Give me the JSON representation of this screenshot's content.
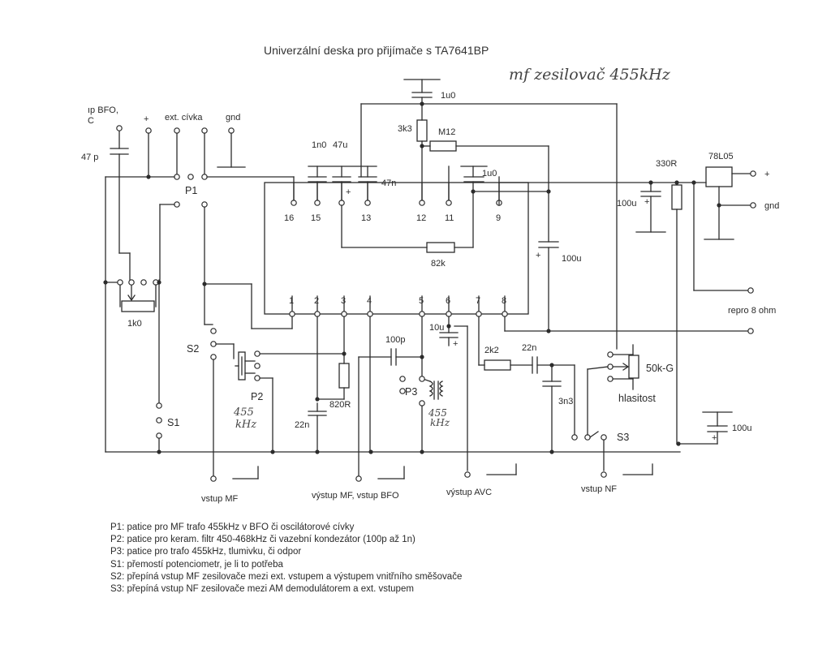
{
  "title": "Univerzální deska pro přijímače s TA7641BP",
  "handwritten": {
    "mf_amp": "mf zesilovač 455kHz",
    "p2_freq_a": "455",
    "p2_freq_b": "kHz",
    "p3_freq_a": "455",
    "p3_freq_b": "kHz"
  },
  "top_labels": {
    "bfo_a": "ıp BFO,",
    "bfo_b": "C",
    "plus": "+",
    "ext_coil": "ext. cívka",
    "gnd": "gnd",
    "p1": "P1"
  },
  "components": {
    "c47p": "47 p",
    "c1n0": "1n0",
    "c47u": "47u",
    "c47n": "47n",
    "c1u0_top": "1u0",
    "r3k3": "3k3",
    "m12": "M12",
    "c1u0_mid": "1u0",
    "c100u_mid": "100u",
    "r82k": "82k",
    "pot1k0": "1k0",
    "r330": "330R",
    "reg": "78L05",
    "c100u_reg": "100u",
    "reg_plus": "+",
    "reg_gnd": "gnd",
    "speaker": "repro 8 ohm",
    "c100p": "100p",
    "c10u": "10u",
    "r2k2": "2k2",
    "c22n_top": "22n",
    "c3n3": "3n3",
    "r820": "820R",
    "c22n_bot": "22n",
    "pot50k": "50k-G",
    "volume": "hlasitost",
    "c100u_br": "100u"
  },
  "switches": {
    "s1": "S1",
    "s2": "S2",
    "s3": "S3",
    "p2": "P2",
    "p3": "P3"
  },
  "pins_top": [
    "16",
    "15",
    "13",
    "12",
    "11",
    "9"
  ],
  "pins_bottom": [
    "1",
    "2",
    "3",
    "4",
    "5",
    "6",
    "7",
    "8"
  ],
  "io_labels": {
    "in_mf": "vstup MF",
    "out_mf": "výstup MF, vstup BFO",
    "out_avc": "výstup AVC",
    "in_nf": "vstup NF"
  },
  "legend": [
    "P1: patice pro MF trafo 455kHz v BFO či oscilátorové cívky",
    "P2: patice pro keram. filtr 450-468kHz  či vazební kondezátor (100p až 1n)",
    "P3: patice  pro trafo 455kHz, tlumivku, či odpor",
    "S1: přemostí potenciometr, je li to potřeba",
    "S2: přepíná vstup MF zesilovače mezi ext. vstupem a výstupem vnitřního směšovače",
    "S3: přepíná vstup NF zesilovače mezi AM demodulátorem a ext. vstupem"
  ]
}
